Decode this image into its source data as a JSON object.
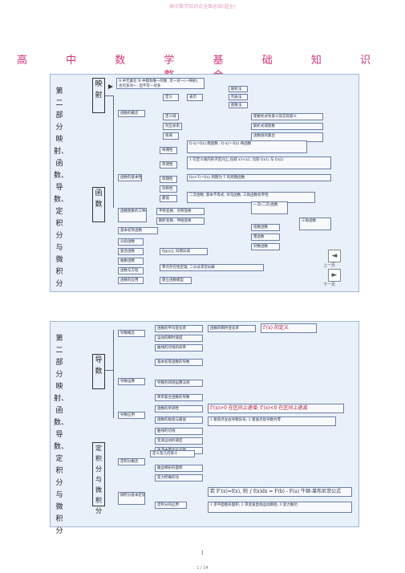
{
  "header": {
    "text": "高中数学知识点全面总结(超全)",
    "page_number": "1",
    "page_indicator": "1 / 14"
  },
  "title": "高 中 数 学 基 础 知 识 整 合",
  "panel1": {
    "side_label": "第二部分映射、函数、导数、定积分与微积分",
    "hub_mapping": "映射",
    "hub_function": "函数",
    "mapping_desc": "A 中元素在 B 中都有唯一的象, 可一对一(一映射), 也可多对一, 但不可一对多",
    "nodes": {
      "definition": "定义",
      "representation": "表示",
      "analytic": "解析法",
      "list": "列表法",
      "graph": "图象法",
      "three_elements": "函数的概念",
      "def_domain": "定义域",
      "correspondence": "对应关系",
      "range": "值域",
      "domain_note": "使解析式有意义及实际意义",
      "corr_note": "解析式或图象",
      "range_note": "函数值的集合",
      "properties": "函数的基本性质",
      "parity": "奇偶性",
      "monotonic": "单调性",
      "periodic": "周期性",
      "symmetry": "对称性",
      "max_min": "最值",
      "parity_note": "f(-x)=f(x) 偶函数 ; f(-x)=-f(x) 奇函数",
      "mono_note": "1 在定义域内的子区间上,任取 x1<x2, 比较 f(x1) 与 f(x2)",
      "period_note": "f(x+T)=f(x) 周期为 T 的周期函数",
      "maxmin_note": "二次函数, 基本不等式, 对勾函数, 三角函数有界性",
      "graph_trans": "函数图象的三种变换",
      "translate": "平移变换、对称变换",
      "flip": "翻折变换、伸缩变换",
      "basic_elem": "基本初等函数",
      "linear": "一次(二次)函数",
      "power": "幂函数",
      "exp": "指数函数",
      "log": "对数函数",
      "trig": "三角函数",
      "sub_func": "分段函数",
      "comp_func": "复合函数",
      "comp_note": "f[g(x)], 同增异减",
      "abstract": "抽象函数",
      "zero": "函数与方程",
      "app": "函数的应用",
      "build": "建立函数模型",
      "zero_note": "零点存在性定理, 二分法求近似解"
    },
    "buttons": {
      "prev": "上一页",
      "next": "下一页"
    }
  },
  "panel2": {
    "side_label": "第二部分映射、函数、导数、定积分与微积分",
    "hub_derivative": "导数",
    "hub_integral": "定积分与微积分",
    "nodes": {
      "concept": "导数概念",
      "avg_rate": "函数的平均变化率",
      "inst_rate": "函数的瞬时变化率",
      "inst_speed": "运动的瞬时速度",
      "tangent": "曲线的切线的斜率",
      "limit": "f'(x) 的定义",
      "derivative_ops": "导数运算",
      "basic_formula": "基本初等函数的导数",
      "rules": "导数的四则运算法则",
      "composite": "简单复合函数的导数",
      "application": "导数应用",
      "mono": "函数的单调性",
      "extreme": "函数的极值与最值",
      "curve": "曲线的切线",
      "motion": "变速运动的速度",
      "optimize": "生活中最优化问题",
      "mono_note": "f'(x)>0 在区间上递增; f'(x)<0 在区间上递减",
      "ext_note": "1 极值点左右导数异号; 2 极值点处导数为零",
      "integral_def": "定积分概念",
      "area": "曲边梯形的面积",
      "work": "变力所做的功",
      "fund_thm": "微积分基本定理",
      "thm_note": "若 F'(x)=f(x), 则 ∫ f(x)dx = F(b) - F(a) 牛顿-莱布尼茨公式",
      "app_def": "定积分的应用",
      "app_note": "1 求平面图形面积; 2 求变速直线运动路程; 3 变力做功"
    },
    "prop_label": "定义及几何意义"
  }
}
